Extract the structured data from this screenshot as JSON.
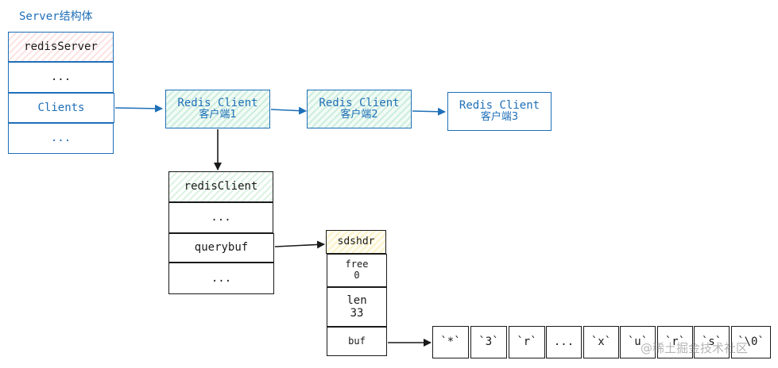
{
  "title": "Server结构体",
  "server": {
    "fields": [
      "redisServer",
      "...",
      "Clients",
      "..."
    ]
  },
  "clients": [
    {
      "name": "Redis Client",
      "sub": "客户端1"
    },
    {
      "name": "Redis Client",
      "sub": "客户端2"
    },
    {
      "name": "Redis Client",
      "sub": "客户端3"
    }
  ],
  "redis_client": {
    "fields": [
      "redisClient",
      "...",
      "querybuf",
      "..."
    ]
  },
  "sdshdr": {
    "header": "sdshdr",
    "free_label": "free",
    "free_value": "0",
    "len_label": "len",
    "len_value": "33",
    "buf_label": "buf"
  },
  "buf_cells": [
    "`*`",
    "`3`",
    "`r`",
    "...",
    "`x`",
    "`u`",
    "`r`",
    "`s`",
    "`\\0`"
  ],
  "watermark": "@稀土掘金技术社区",
  "colors": {
    "blue": "#1e6fb8",
    "red_hatch": "#fde3e3",
    "green_hatch": "#cdeedd",
    "yellow_hatch": "#fbf2c9"
  }
}
